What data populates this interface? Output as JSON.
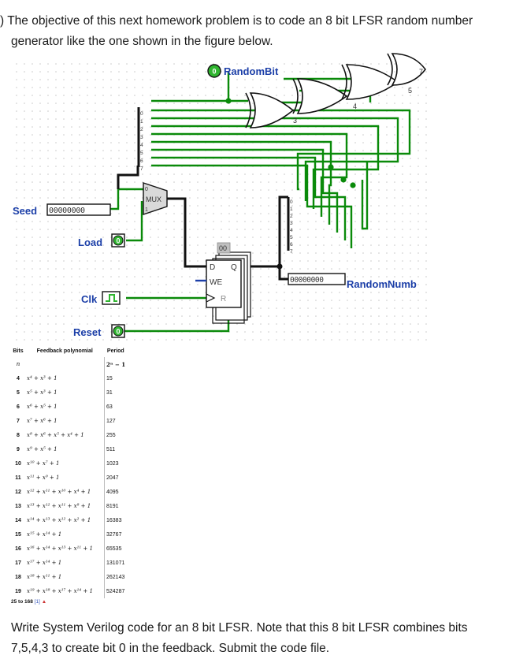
{
  "question": {
    "line1": ") The objective of this next homework problem is to code an 8 bit LFSR random number",
    "line2": "generator like the one shown in the figure below.",
    "closing": "Write System Verilog code for an 8 bit LFSR. Note that this 8 bit LFSR combines bits\n7,5,4,3 to create bit 0 in the feedback. Submit the code file."
  },
  "circuit": {
    "random_bit_label": "RandomBit",
    "random_bit_value": "0",
    "seed_label": "Seed",
    "seed_value": "00000000",
    "load_label": "Load",
    "load_value": "0",
    "clk_label": "Clk",
    "reset_label": "Reset",
    "reset_value": "0",
    "mux_label": "MUX",
    "mux_sel": "0",
    "mux_sel1": "1",
    "register_value": "00",
    "register_d": "D",
    "register_q": "Q",
    "register_we": "WE",
    "register_r": "R",
    "random_number_label": "RandomNumb",
    "random_number_value": "00000000",
    "gate_bits": [
      "3",
      "4",
      "5",
      "7"
    ],
    "splitter_bits": [
      "0",
      "1",
      "2",
      "3",
      "4",
      "5",
      "6",
      "7"
    ]
  },
  "table": {
    "headers": [
      "Bits",
      "Feedback polynomial",
      "Period"
    ],
    "subheader_n": "n",
    "subheader_period": "2ⁿ − 1",
    "rows": [
      {
        "n": "4",
        "poly": "x⁴ + x³ + 1",
        "period": "15"
      },
      {
        "n": "5",
        "poly": "x⁵ + x³ + 1",
        "period": "31"
      },
      {
        "n": "6",
        "poly": "x⁶ + x⁵ + 1",
        "period": "63"
      },
      {
        "n": "7",
        "poly": "x⁷ + x⁶ + 1",
        "period": "127"
      },
      {
        "n": "8",
        "poly": "x⁸ + x⁶ + x⁵ + x⁴ + 1",
        "period": "255"
      },
      {
        "n": "9",
        "poly": "x⁹ + x⁵ + 1",
        "period": "511"
      },
      {
        "n": "10",
        "poly": "x¹⁰ + x⁷ + 1",
        "period": "1023"
      },
      {
        "n": "11",
        "poly": "x¹¹ + x⁹ + 1",
        "period": "2047"
      },
      {
        "n": "12",
        "poly": "x¹² + x¹¹ + x¹⁰ + x⁴ + 1",
        "period": "4095"
      },
      {
        "n": "13",
        "poly": "x¹³ + x¹² + x¹¹ + x⁸ + 1",
        "period": "8191"
      },
      {
        "n": "14",
        "poly": "x¹⁴ + x¹³ + x¹² + x² + 1",
        "period": "16383"
      },
      {
        "n": "15",
        "poly": "x¹⁵ + x¹⁴ + 1",
        "period": "32767"
      },
      {
        "n": "16",
        "poly": "x¹⁶ + x¹⁴ + x¹³ + x¹¹ + 1",
        "period": "65535"
      },
      {
        "n": "17",
        "poly": "x¹⁷ + x¹⁴ + 1",
        "period": "131071"
      },
      {
        "n": "18",
        "poly": "x¹⁸ + x¹¹ + 1",
        "period": "262143"
      },
      {
        "n": "19",
        "poly": "x¹⁹ + x¹⁸ + x¹⁷ + x¹⁴ + 1",
        "period": "524287"
      }
    ],
    "footnote": "25 to 168",
    "footnote_ref": "[1]"
  },
  "colors": {
    "wire": "#0a8a0a",
    "wire_dark": "#111111",
    "pin_green": "#2fb52f",
    "label_blue": "#1c3fa8",
    "grid_dot": "#c8c8c8"
  }
}
